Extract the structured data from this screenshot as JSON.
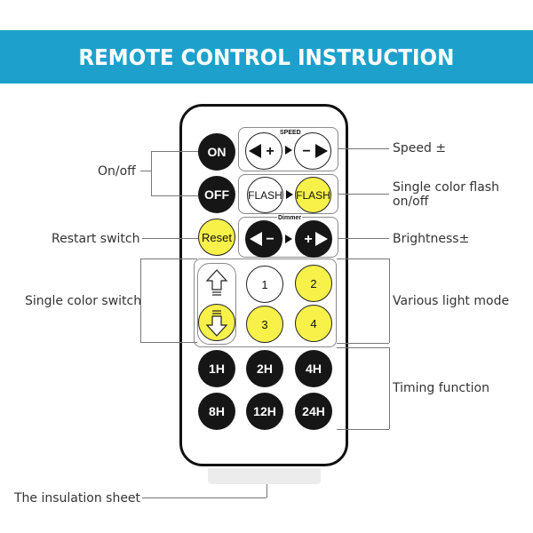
{
  "banner": {
    "title": "REMOTE CONTROL INSTRUCTION",
    "color": "#1da1cc"
  },
  "remote": {
    "speed_caption": "SPEED",
    "dimmer_caption": "Dimmer",
    "buttons": {
      "on": "ON",
      "off": "OFF",
      "reset": "Reset",
      "flash_white": "FLASH",
      "flash_yellow": "FLASH",
      "mode_1": "1",
      "mode_2": "2",
      "mode_3": "3",
      "mode_4": "4",
      "timer_1h": "1H",
      "timer_2h": "2H",
      "timer_4h": "4H",
      "timer_8h": "8H",
      "timer_12h": "12H",
      "timer_24h": "24H"
    },
    "icons": [
      "speed-minus-icon",
      "speed-plus-icon",
      "brightness-minus-icon",
      "brightness-plus-icon",
      "arrow-up-icon",
      "arrow-down-icon"
    ],
    "colors": {
      "yellow": "#f7f14a",
      "dark": "#161616"
    }
  },
  "labels": {
    "on_off": "On/off",
    "restart": "Restart switch",
    "single_color_switch": "Single color switch",
    "insulation": "The insulation sheet",
    "speed": "Speed ±",
    "flash_line1": "Single color flash",
    "flash_line2": "on/off",
    "brightness": "Brightness±",
    "light_mode": "Various light mode",
    "timing": "Timing function"
  }
}
